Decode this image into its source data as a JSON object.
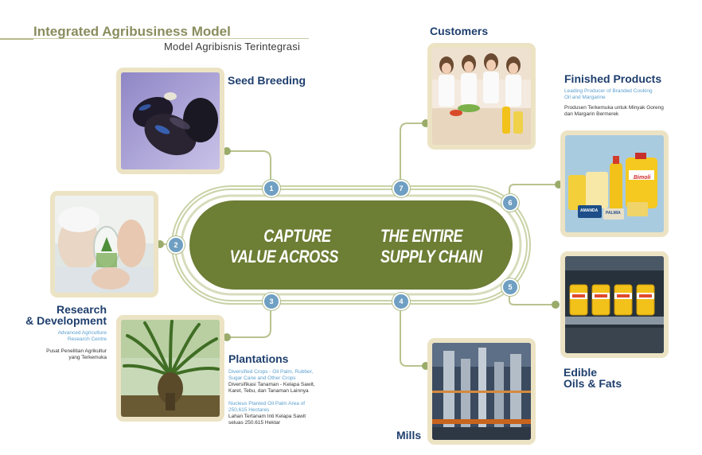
{
  "header": {
    "title": "Integrated Agribusiness Model",
    "subtitle": "Model Agribisnis Terintegrasi"
  },
  "center": {
    "left_line1": "CAPTURE",
    "left_line2": "VALUE ACROSS",
    "right_line1": "THE ENTIRE",
    "right_line2": "SUPPLY CHAIN"
  },
  "stages": [
    {
      "number": "1",
      "title": "Seed Breeding"
    },
    {
      "number": "2",
      "title_line1": "Research",
      "title_line2": "& Development",
      "en": "Advanced Agriculture Research Centre",
      "id": "Pusat Penelitian Agrikultur yang Terkemuka"
    },
    {
      "number": "3",
      "title": "Plantations",
      "en1": "Diversified Crops - Oil Palm, Rubber, Sugar Cane and Other Crops",
      "id1": "Diversifikasi Tanaman - Kelapa Sawit, Karet, Tebu, dan Tanaman Lainnya",
      "en2": "Nucleus Planted Oil Palm Area of 250,615 Hectares",
      "id2": "Lahan Tertanam Inti Kelapa Sawit seluas 250.615 Hektar"
    },
    {
      "number": "4",
      "title": "Mills"
    },
    {
      "number": "5",
      "title_line1": "Edible",
      "title_line2": "Oils & Fats"
    },
    {
      "number": "6",
      "title": "Finished Products",
      "en": "Leading Producer of Branded Cooking Oil and Margarine",
      "id": "Produsen Terkemuka untuk Minyak Goreng dan Margarin Bermerek"
    },
    {
      "number": "7",
      "title": "Customers"
    }
  ],
  "product_labels": {
    "brand": "Bimoli",
    "margarine1": "AMANDA",
    "margarine2": "PALMIA"
  },
  "colors": {
    "heading": "#1f3f6e",
    "accent_olive": "#6e7f33",
    "number_circle": "#6f9fc2",
    "frame": "#ece3c4"
  }
}
